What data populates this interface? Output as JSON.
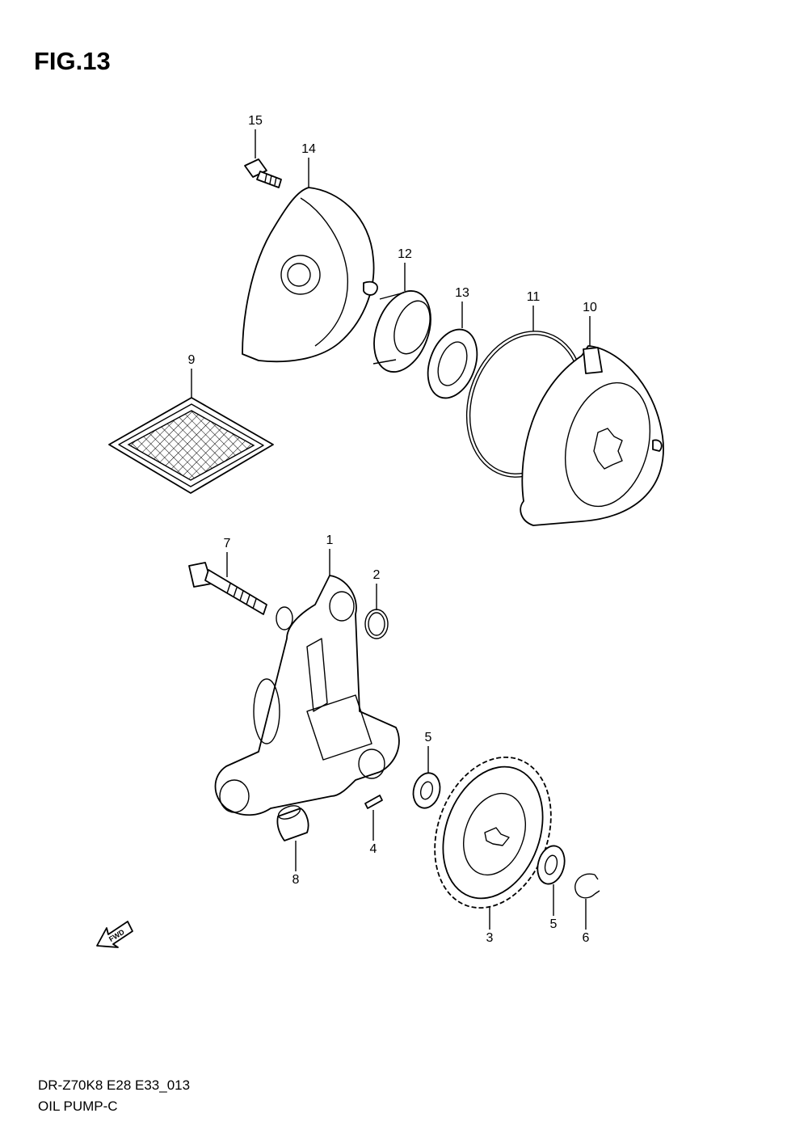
{
  "figure": {
    "title": "FIG.13",
    "model_code": "DR-Z70K8 E28 E33_013",
    "section_name": "OIL PUMP-C",
    "fwd_label": "FWD"
  },
  "callouts": [
    "15",
    "14",
    "12",
    "13",
    "11",
    "10",
    "9",
    "7",
    "1",
    "2",
    "5",
    "4",
    "8",
    "3",
    "5",
    "6"
  ]
}
